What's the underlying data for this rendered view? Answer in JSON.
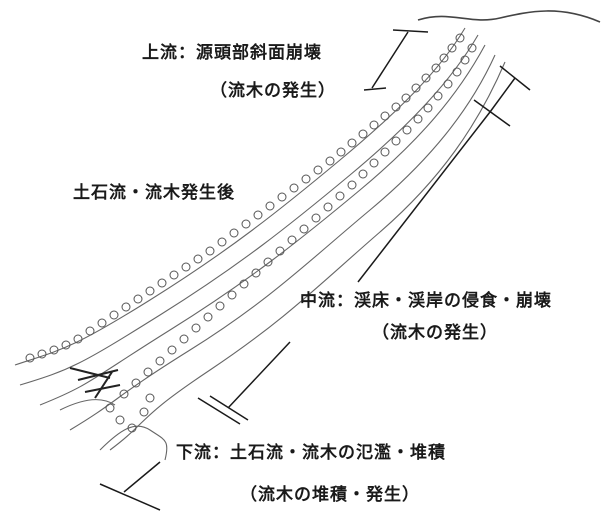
{
  "labels": {
    "upper": "上流：源頭部斜面崩壊",
    "upper_sub": "（流木の発生）",
    "after": "土石流・流木発生後",
    "middle": "中流：渓床・渓岸の侵食・崩壊",
    "middle_sub": "（流木の発生）",
    "lower": "下流：土石流・流木の氾濫・堆積",
    "lower_sub": "（流木の堆積・発生）"
  },
  "colors": {
    "ink": "#1a1a1a",
    "tree": "#555555",
    "terrain": "#666666"
  }
}
